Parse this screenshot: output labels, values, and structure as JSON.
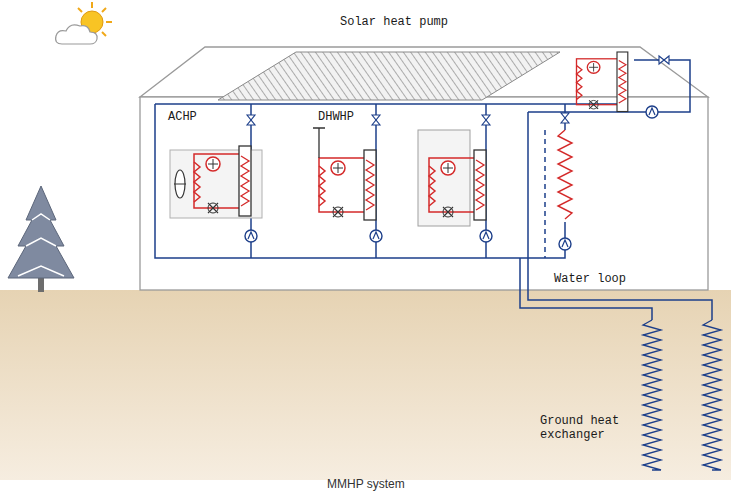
{
  "diagram": {
    "caption": "MMHP system",
    "labels": [
      "Solar heat pump",
      "ACHP",
      "DHWHP",
      "Water loop",
      "Ground heat exchanger"
    ]
  }
}
